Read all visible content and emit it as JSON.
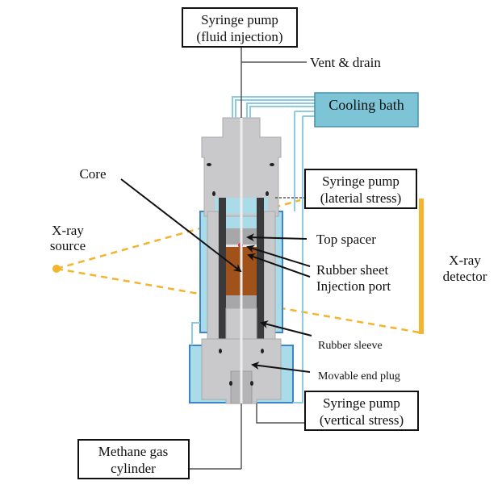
{
  "diagram": {
    "type": "apparatus-schematic",
    "labels": {
      "syringe_pump_fluid": [
        "Syringe pump",
        "(fluid injection)"
      ],
      "vent_drain": "Vent & drain",
      "cooling_bath": "Cooling bath",
      "syringe_pump_lateral": [
        "Syringe pump",
        "(laterial stress)"
      ],
      "core": "Core",
      "xray_source": [
        "X-ray",
        "source"
      ],
      "top_spacer": "Top spacer",
      "rubber_sheet": "Rubber sheet",
      "injection_port": "Injection port",
      "xray_detector": [
        "X-ray",
        "detector"
      ],
      "rubber_sleeve": "Rubber sleeve",
      "movable_end_plug": "Movable end plug",
      "syringe_pump_vertical": [
        "Syringe pump",
        "(vertical stress)"
      ],
      "methane_cylinder": [
        "Methane gas",
        "cylinder"
      ]
    },
    "colors": {
      "core": "#a0521a",
      "cooling_bath": "#7cc4d6",
      "coolant": "#a9dbe8",
      "jacket_edge": "#3a86c8",
      "steel": "#c9c9cb",
      "rubber": "#3a3a3c",
      "xray": "#f3b42e",
      "injection_port": "#e8282e"
    }
  }
}
